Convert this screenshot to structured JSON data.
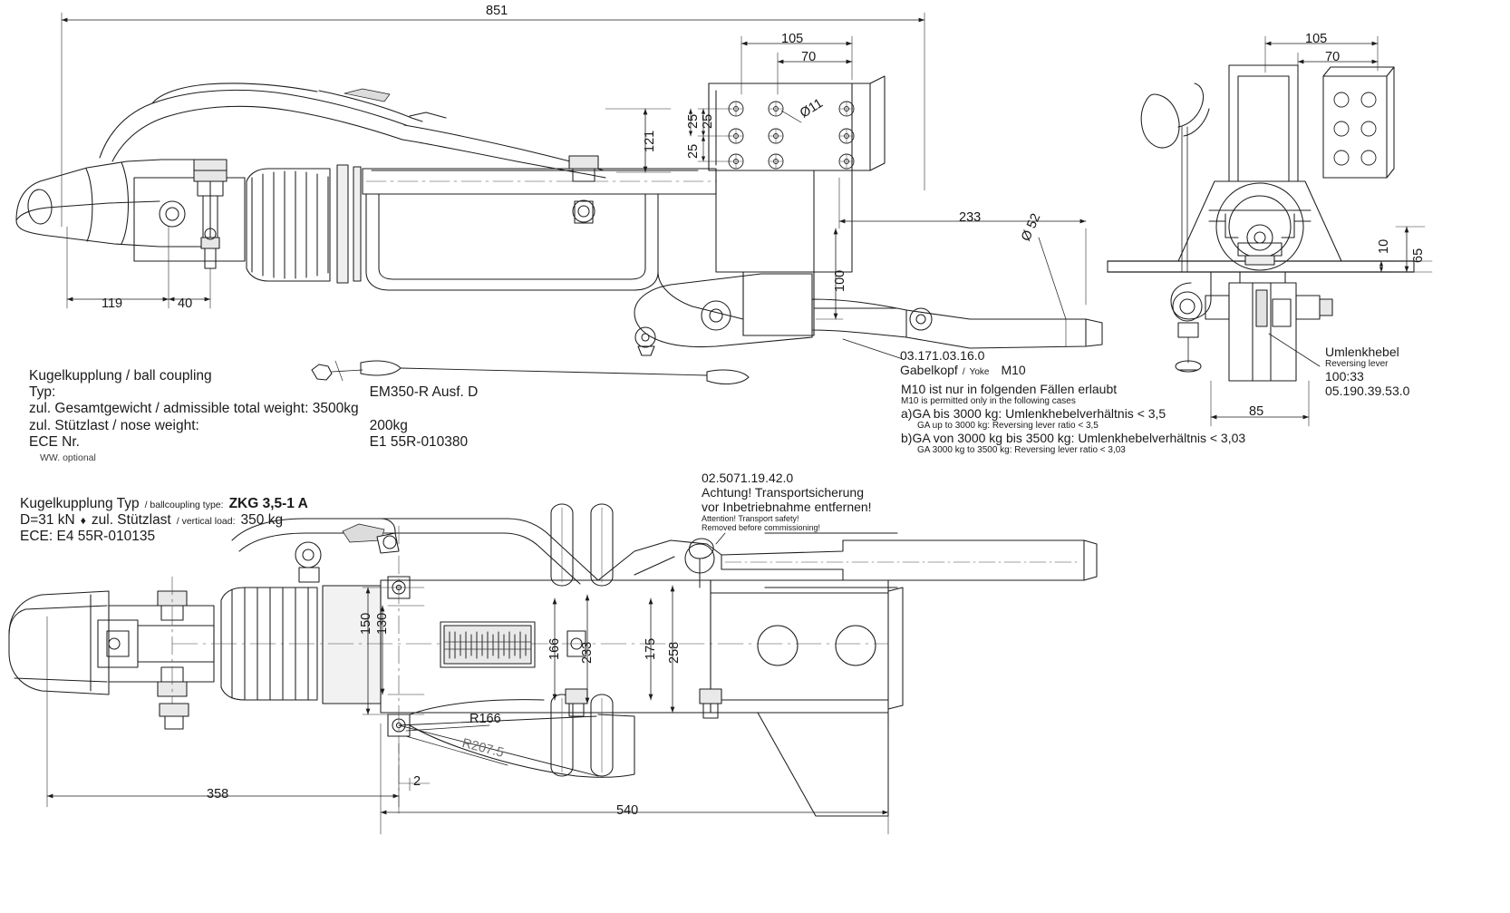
{
  "sheet": {
    "title": "Kugelkupplung ZKG 3,5-1 A / EM350-R Ausf. D overrun brake technical drawing",
    "line_color": "#1c1c1c",
    "center_line_color": "#333333",
    "hatch_color": "#555555"
  },
  "top_view": {
    "dims": {
      "overall_851": "851",
      "d_119": "119",
      "d_40": "40",
      "d_121": "121",
      "d_105": "105",
      "d_70": "70",
      "d_25_a": "25",
      "d_25_b": "25",
      "d_25_c": "25",
      "hole_dia": "Ø11",
      "d_233": "233",
      "d_100": "100",
      "dia_52": "Ø 52"
    }
  },
  "front_view": {
    "dims": {
      "d_105": "105",
      "d_70": "70",
      "d_65": "65",
      "d_10": "10",
      "d_85": "85"
    }
  },
  "bottom_view": {
    "dims": {
      "d_150": "150",
      "d_130": "130",
      "d_166": "166",
      "d_233": "233",
      "d_175": "175",
      "d_258": "258",
      "d_2": "2",
      "d_358": "358",
      "d_540": "540",
      "r_166": "R166",
      "r_207_5": "R207.5"
    }
  },
  "spec_block_top": {
    "heading": "Kugelkupplung / ball coupling",
    "rows": [
      {
        "label": "Typ:",
        "value": "EM350-R Ausf. D"
      },
      {
        "label": "zul. Gesamtgewicht / admissible total weight: 3500kg",
        "value": ""
      },
      {
        "label": "zul. Stützlast / nose weight:",
        "value": "200kg"
      },
      {
        "label": "ECE Nr.",
        "value": "E1 55R-010380"
      }
    ],
    "footnote": "WW. optional"
  },
  "yoke_note": {
    "part_number": "03.171.03.16.0",
    "name_de": "Gabelkopf",
    "separator": "/",
    "name_en": "Yoke",
    "thread": "M10"
  },
  "m10_note": {
    "heading_de": "M10 ist nur in folgenden Fällen erlaubt",
    "heading_en": "M10 is permitted only in the following cases",
    "cases": [
      {
        "de": "a)GA bis 3000 kg: Umlenkhebelverhältnis < 3,5",
        "en": "GA up to 3000 kg: Reversing lever ratio < 3,5"
      },
      {
        "de": "b)GA von 3000 kg bis  3500 kg: Umlenkhebelverhältnis < 3,03",
        "en": "GA 3000 kg to 3500 kg: Reversing lever ratio < 3,03"
      }
    ]
  },
  "reversing_lever_note": {
    "name_de": "Umlenkhebel",
    "name_en": "Reversing lever",
    "ratio": "100:33",
    "part_number": "05.190.39.53.0"
  },
  "transport_note": {
    "part_number": "02.5071.19.42.0",
    "line1_de": "Achtung! Transportsicherung",
    "line2_de": "vor Inbetriebnahme entfernen!",
    "line1_en": "Attention! Transport safety!",
    "line2_en": "Removed before commissioning!"
  },
  "spec_block_bottom": {
    "line1_prefix": "Kugelkupplung Typ",
    "line1_mid": "/ ballcoupling type:",
    "line1_value": "ZKG 3,5-1 A",
    "line2_a": "D=31 kN",
    "line2_diamond": "♦",
    "line2_b": "zul. Stützlast",
    "line2_mid": "/ vertical load:",
    "line2_value": "350 kg",
    "line3": "ECE: E4 55R-010135"
  }
}
